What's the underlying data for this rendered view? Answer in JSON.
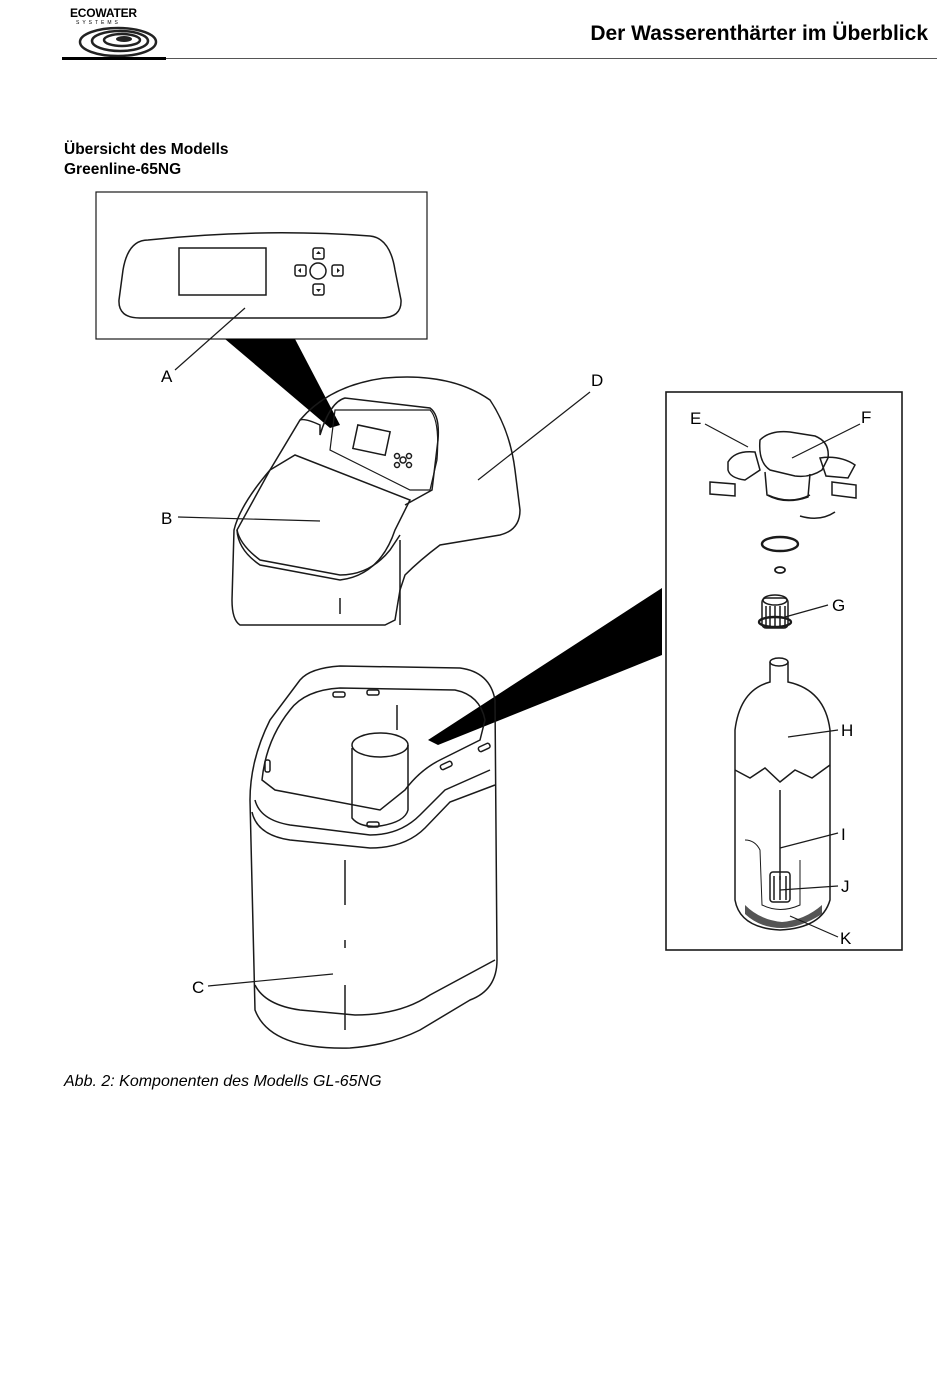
{
  "header": {
    "logo_text": "ECOWATER",
    "logo_subtext": "SYSTEMS",
    "title": "Der Wasserenthärter im Überblick"
  },
  "section": {
    "title_line1": "Übersicht des Modells",
    "title_line2": "Greenline-65NG"
  },
  "figure": {
    "labels": {
      "a": "A",
      "b": "B",
      "c": "C",
      "d": "D",
      "e": "E",
      "f": "F",
      "g": "G",
      "h": "H",
      "i": "I",
      "j": "J",
      "k": "K"
    },
    "caption": "Abb. 2: Komponenten des Modells GL-65NG"
  }
}
